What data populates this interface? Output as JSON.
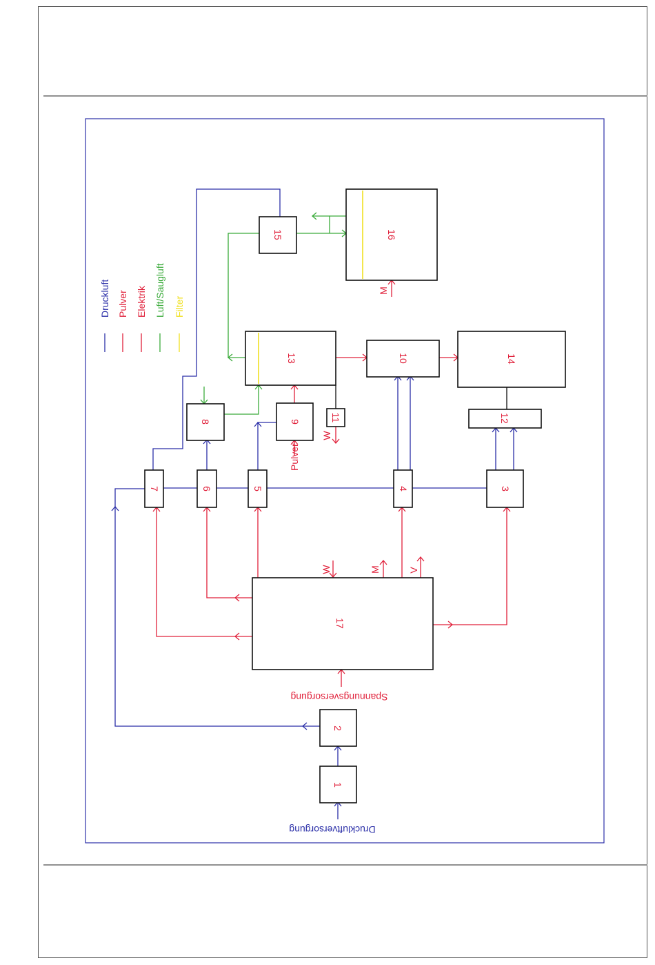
{
  "colors": {
    "druckluft": "#2b2fa8",
    "pulver": "#e0203a",
    "elektrik": "#e0203a",
    "saugluft": "#3aaa3a",
    "filter": "#f0e020",
    "label": "#e0203a",
    "frame": "#2b2fa8"
  },
  "legend": [
    {
      "label": "Druckluft",
      "color": "#2b2fa8"
    },
    {
      "label": "Pulver",
      "color": "#e0203a"
    },
    {
      "label": "Elektrik",
      "color": "#e0203a"
    },
    {
      "label": "Luft/Saugluft",
      "color": "#3aaa3a"
    },
    {
      "label": "Filter",
      "color": "#f0e020"
    }
  ],
  "boxes": {
    "b1": "1",
    "b2": "2",
    "b3": "3",
    "b4": "4",
    "b5": "5",
    "b6": "6",
    "b7": "7",
    "b8": "8",
    "b9": "9",
    "b10": "10",
    "b11": "11",
    "b12": "12",
    "b13": "13",
    "b14": "14",
    "b15": "15",
    "b16": "16",
    "b17": "17"
  },
  "labels": {
    "druckluftversorgung": "Druckluftversorgung",
    "spannungsversorgung": "Spannungsversorgung",
    "pulver": "Pulver",
    "w17": "W",
    "m17": "M",
    "v17": "V",
    "w11": "W",
    "m16": "M"
  }
}
